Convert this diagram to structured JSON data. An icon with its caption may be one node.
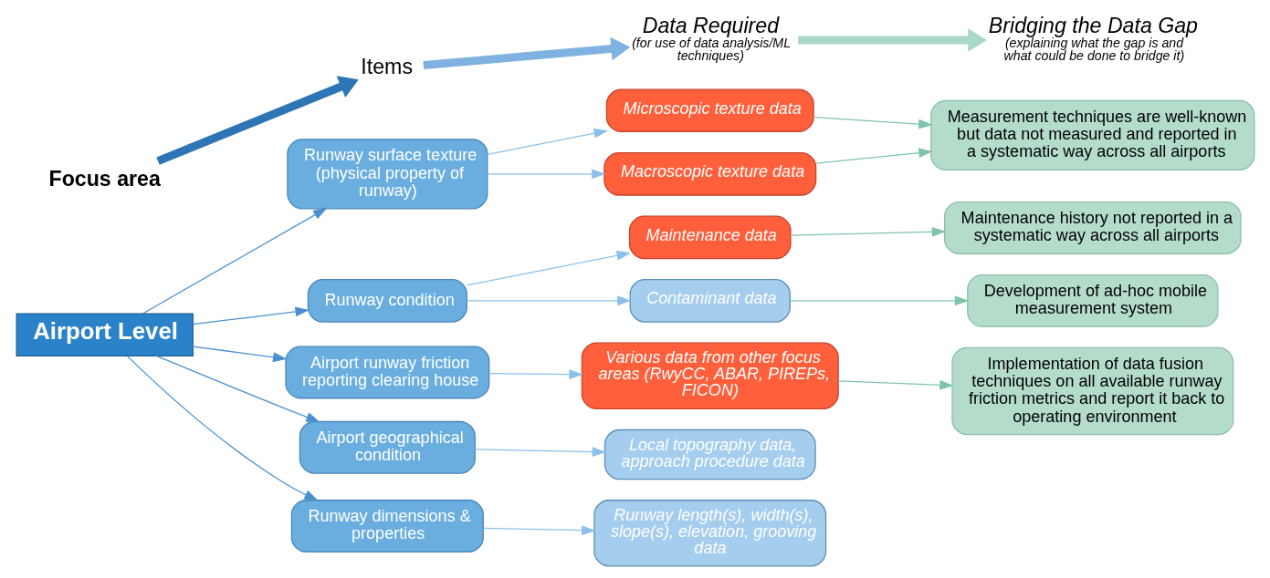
{
  "diagram": {
    "nodes": [
      {
        "text": [
          "Focus area"
        ]
      },
      {
        "text": [
          "Items"
        ]
      },
      {
        "text": [
          "Data Required",
          "(for use of data analysis/ML techniques)"
        ]
      },
      {
        "text": [
          "Bridging the Data Gap",
          "(explaining what the gap is and what could be done to bridge it)"
        ]
      },
      {
        "text": [
          "Airport Level"
        ]
      },
      {
        "text": [
          "Runway surface texture (physical property of runway)"
        ]
      },
      {
        "text": [
          "Runway condition"
        ]
      },
      {
        "text": [
          "Airport runway friction reporting clearing house"
        ]
      },
      {
        "text": [
          "Airport geographical condition"
        ]
      },
      {
        "text": [
          "Runway dimensions & properties"
        ]
      },
      {
        "text": [
          "Microscopic texture data"
        ]
      },
      {
        "text": [
          "Macroscopic texture data"
        ]
      },
      {
        "text": [
          "Maintenance data"
        ]
      },
      {
        "text": [
          "Contaminant data"
        ]
      },
      {
        "text": [
          "Various data from other focus areas (RwyCC, ABAR, PIREPs, FICON)"
        ]
      },
      {
        "text": [
          "Local topography data, approach procedure data"
        ]
      },
      {
        "text": [
          "Runway length(s), width(s), slope(s), elevation, grooving data"
        ]
      },
      {
        "text": [
          "Measurement techniques are well-known but data not measured and reported in a systematic way across all airports"
        ]
      },
      {
        "text": [
          "Maintenance history not reported in a systematic way across all airports"
        ]
      },
      {
        "text": [
          "Development of ad-hoc mobile measurement system"
        ]
      },
      {
        "text": [
          "Implementation of data fusion techniques on all available runway friction metrics and report it back to operating environment"
        ]
      }
    ],
    "edges": [
      {
        "from": 0,
        "to": 1,
        "arrow": "to",
        "style": "thick",
        "color": "#2e75b6"
      },
      {
        "from": 1,
        "to": 2,
        "arrow": "to",
        "style": "thick",
        "color": "#7fb2e0"
      },
      {
        "from": 2,
        "to": 3,
        "arrow": "to",
        "style": "thick",
        "color": "#a9d8c8"
      },
      {
        "from": 4,
        "to": 5,
        "arrow": "to",
        "color": "#4a90d0"
      },
      {
        "from": 4,
        "to": 6,
        "arrow": "to",
        "color": "#4a90d0"
      },
      {
        "from": 4,
        "to": 7,
        "arrow": "to",
        "color": "#4a90d0"
      },
      {
        "from": 4,
        "to": 8,
        "arrow": "to",
        "color": "#4a90d0"
      },
      {
        "from": 4,
        "to": 9,
        "arrow": "to",
        "color": "#4a90d0"
      },
      {
        "from": 5,
        "to": 10,
        "arrow": "to",
        "color": "#8cc0ea"
      },
      {
        "from": 5,
        "to": 11,
        "arrow": "to",
        "color": "#8cc0ea"
      },
      {
        "from": 6,
        "to": 12,
        "arrow": "to",
        "color": "#8cc0ea"
      },
      {
        "from": 6,
        "to": 13,
        "arrow": "to",
        "color": "#8cc0ea"
      },
      {
        "from": 7,
        "to": 14,
        "arrow": "to",
        "color": "#8cc0ea"
      },
      {
        "from": 8,
        "to": 15,
        "arrow": "to",
        "color": "#8cc0ea"
      },
      {
        "from": 9,
        "to": 16,
        "arrow": "to",
        "color": "#8cc0ea"
      },
      {
        "from": 10,
        "to": 17,
        "arrow": "to",
        "color": "#7fc4a8"
      },
      {
        "from": 11,
        "to": 17,
        "arrow": "to",
        "color": "#7fc4a8"
      },
      {
        "from": 12,
        "to": 18,
        "arrow": "to",
        "color": "#7fc4a8"
      },
      {
        "from": 13,
        "to": 19,
        "arrow": "to",
        "color": "#7fc4a8"
      },
      {
        "from": 14,
        "to": 20,
        "arrow": "to",
        "color": "#7fc4a8"
      }
    ]
  }
}
